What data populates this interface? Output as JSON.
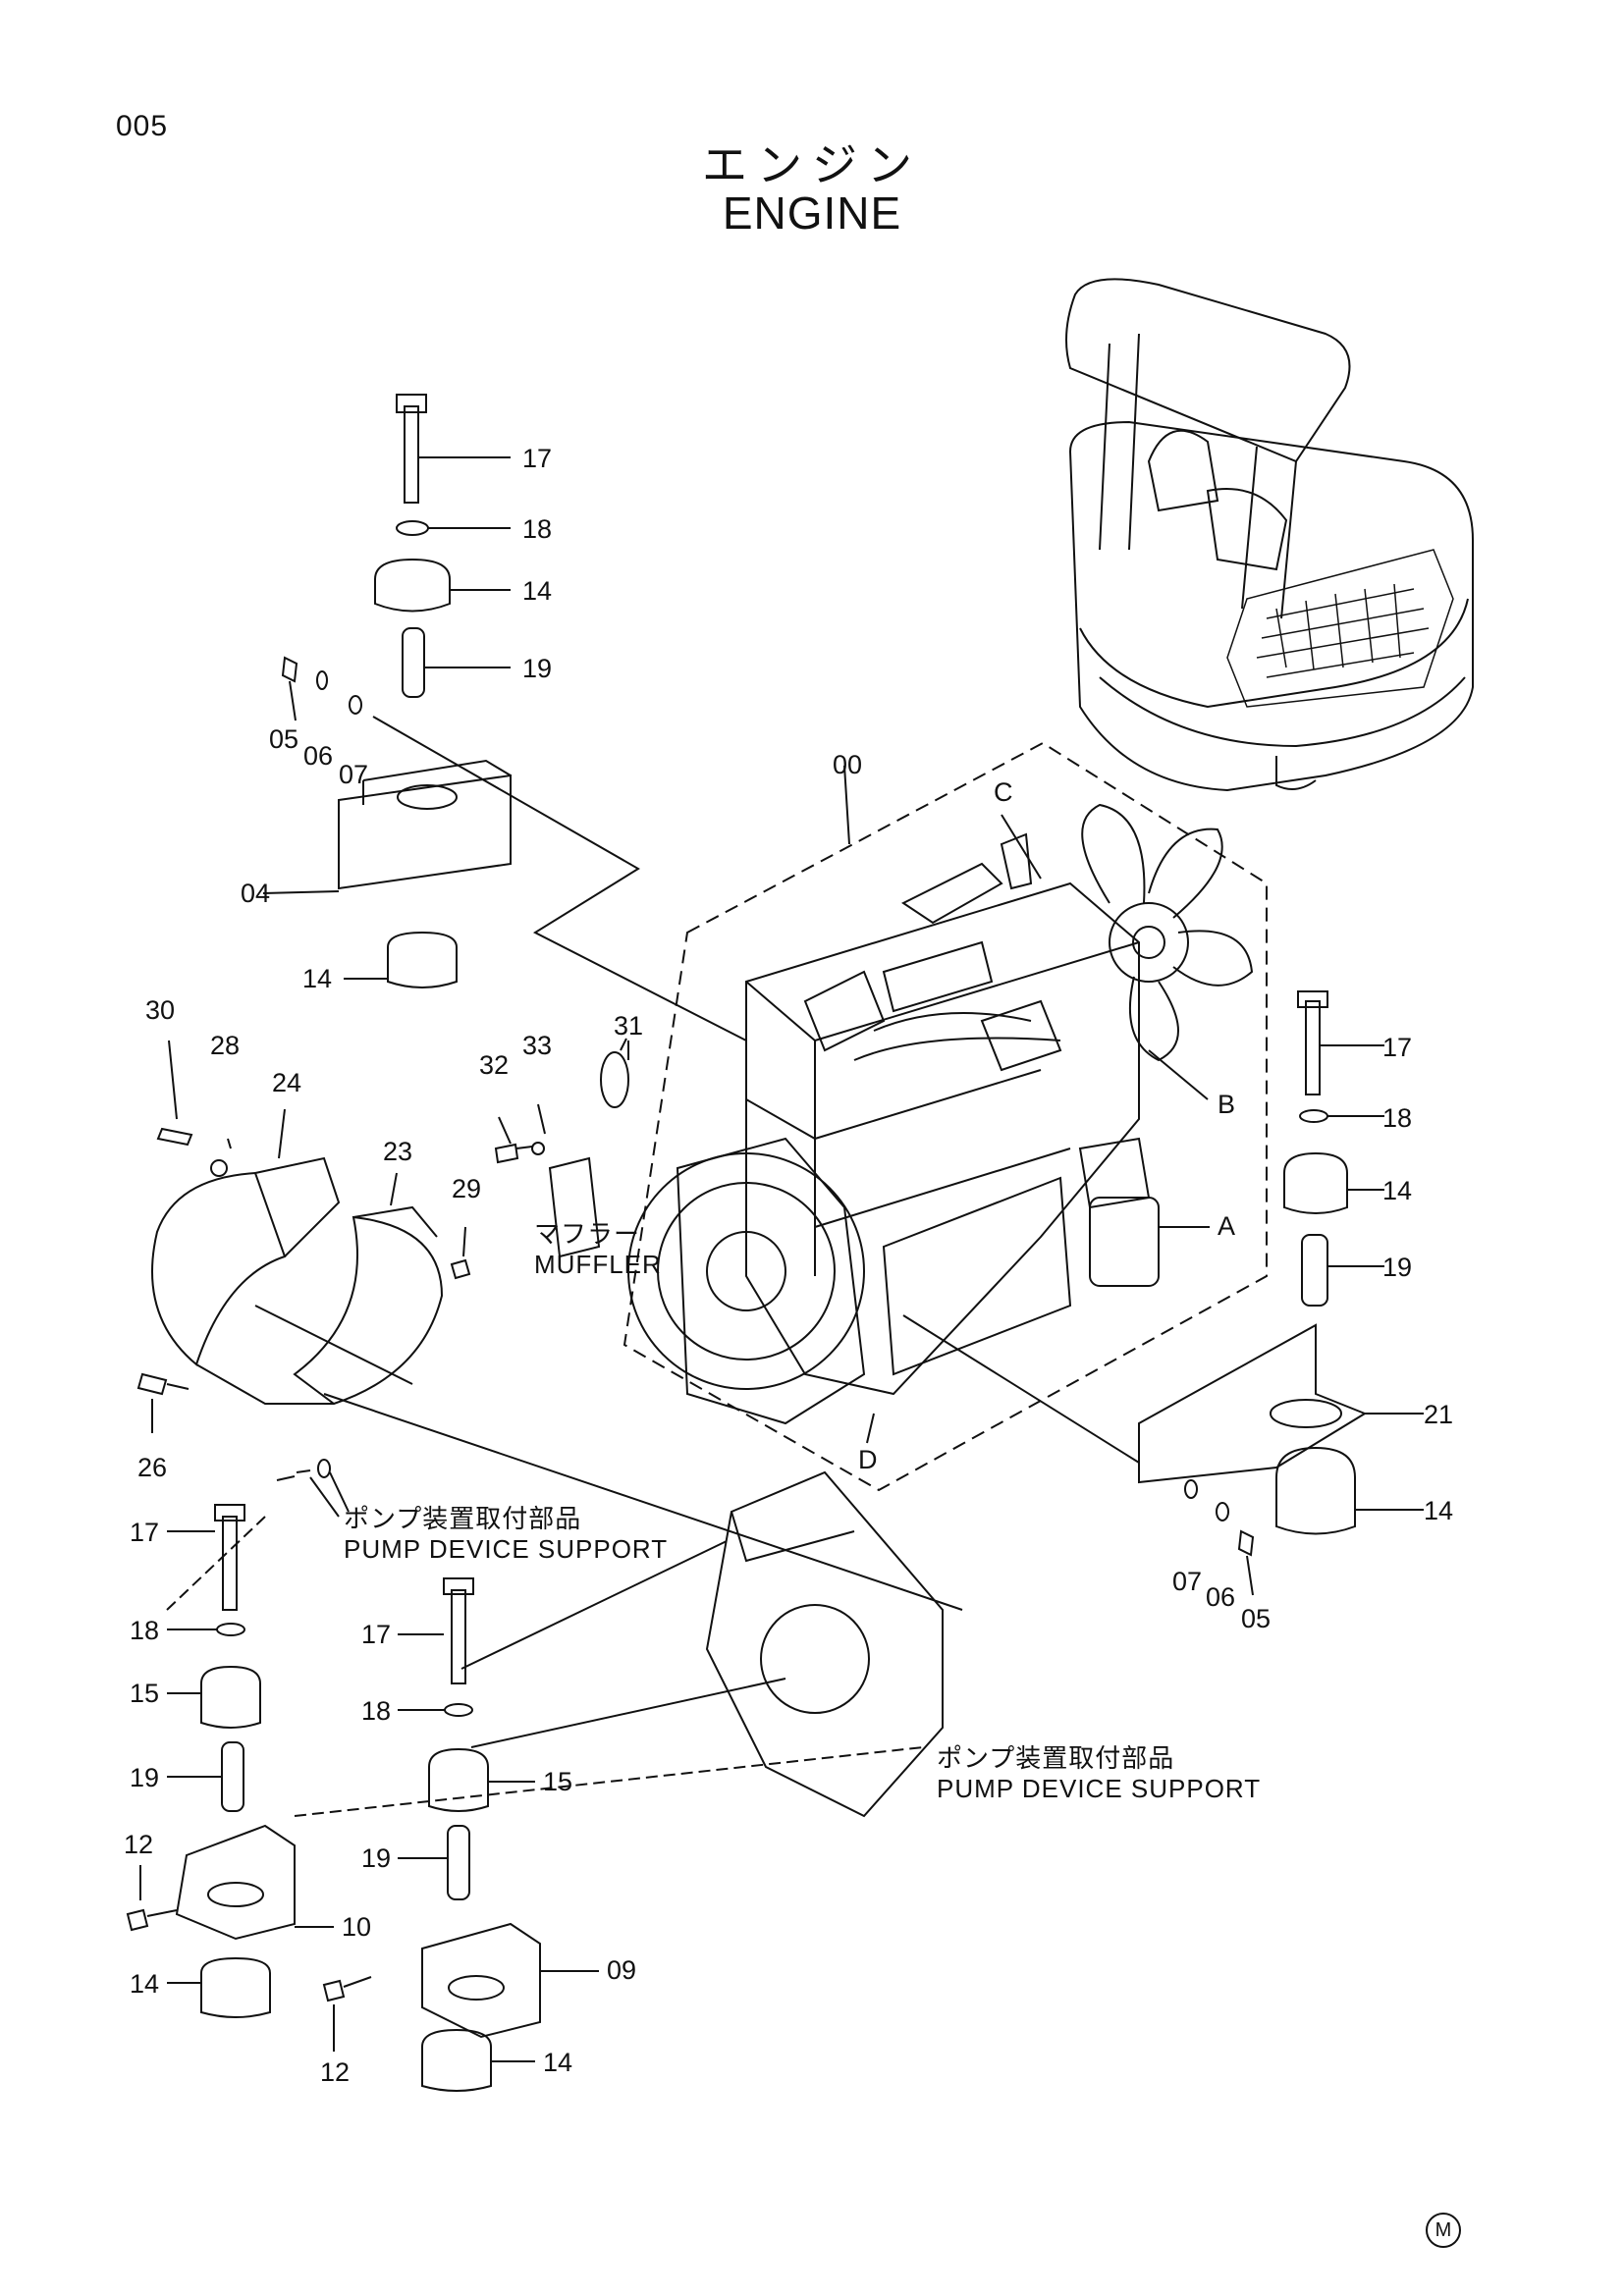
{
  "page": {
    "number": "005",
    "title_jp": "エンジン",
    "title_en": "ENGINE",
    "mark": "M"
  },
  "notes": {
    "muffler_jp": "マフラー",
    "muffler_en": "MUFFLER",
    "pump_support_jp": "ポンプ装置取付部品",
    "pump_support_en": "PUMP DEVICE SUPPORT"
  },
  "callouts": {
    "engine_assy": "00",
    "bracket_04": "04",
    "bolt_05": "05",
    "washer_06": "06",
    "washer_07": "07",
    "bracket_09": "09",
    "bracket_10": "10",
    "bolt_12": "12",
    "mount_14": "14",
    "mount_15": "15",
    "bolt_17": "17",
    "washer_18": "18",
    "collar_19": "19",
    "bracket_21": "21",
    "cover_23": "23",
    "cover_24": "24",
    "bolt_26": "26",
    "washer_28": "28",
    "nut_29": "29",
    "bolt_30": "30",
    "gasket_31": "31",
    "bolt_32": "32",
    "washer_33": "33",
    "ref_a": "A",
    "ref_b": "B",
    "ref_c": "C",
    "ref_d": "D"
  }
}
